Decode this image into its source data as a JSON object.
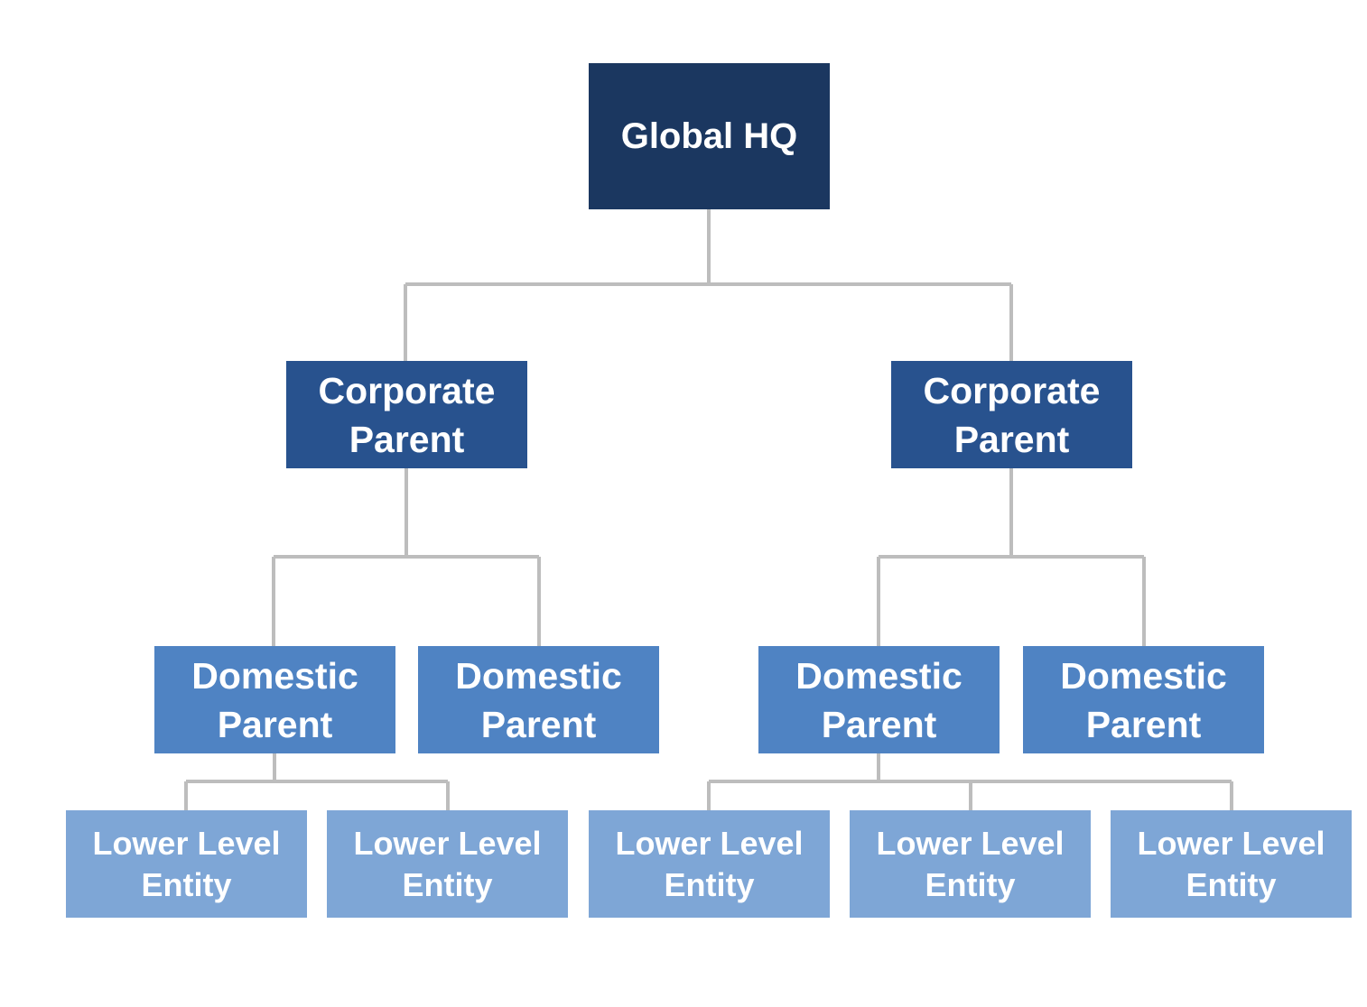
{
  "colors": {
    "hq": "#1b3760",
    "corporate": "#28528e",
    "domestic": "#4f83c3",
    "entity": "#7ea6d6",
    "connector": "#bdbdbd"
  },
  "hq": {
    "label": "Global HQ"
  },
  "corporate_parents": [
    {
      "label": [
        "Corporate",
        "Parent"
      ]
    },
    {
      "label": [
        "Corporate",
        "Parent"
      ]
    }
  ],
  "domestic_parents": [
    {
      "label": [
        "Domestic",
        "Parent"
      ]
    },
    {
      "label": [
        "Domestic",
        "Parent"
      ]
    },
    {
      "label": [
        "Domestic",
        "Parent"
      ]
    },
    {
      "label": [
        "Domestic",
        "Parent"
      ]
    }
  ],
  "entities": [
    {
      "label": [
        "Lower Level",
        "Entity"
      ]
    },
    {
      "label": [
        "Lower Level",
        "Entity"
      ]
    },
    {
      "label": [
        "Lower Level",
        "Entity"
      ]
    },
    {
      "label": [
        "Lower Level",
        "Entity"
      ]
    },
    {
      "label": [
        "Lower Level",
        "Entity"
      ]
    }
  ]
}
